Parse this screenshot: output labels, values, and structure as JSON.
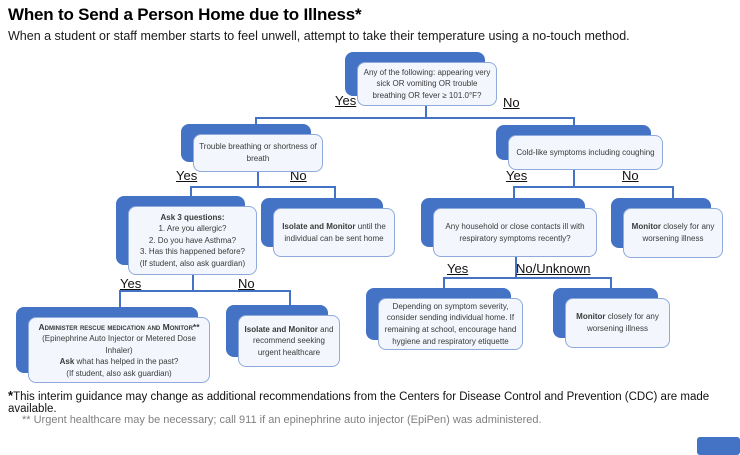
{
  "accent_color": "#4472C4",
  "header": {
    "title": "When to Send a Person Home due to Illness*",
    "subtitle": "When a student or staff member starts to feel unwell, attempt to take their temperature using a no-touch method."
  },
  "labels": {
    "yes": "Yes",
    "no": "No",
    "no_unknown": "No/Unknown"
  },
  "nodes": {
    "screening_question": {
      "text": "Any of the following: appearing very sick OR vomiting OR trouble breathing OR fever ≥ 101.0°F?"
    },
    "trouble_breathing": {
      "text": "Trouble breathing or shortness of breath"
    },
    "cold_symptoms": {
      "text": "Cold-like symptoms including coughing"
    },
    "ask_three_questions": {
      "title": "Ask 3 questions:",
      "lines": [
        "1. Are you allergic?",
        "2. Do you have Asthma?",
        "3. Has this happened before?",
        "(If student, also ask guardian)"
      ]
    },
    "isolate_until_home": {
      "bold": "Isolate and Monitor",
      "rest": " until the individual can be sent home"
    },
    "household_contacts": {
      "text": "Any household or close contacts ill with respiratory symptoms recently?"
    },
    "monitor_worsening_upper": {
      "bold": "Monitor",
      "rest": " closely for any worsening illness"
    },
    "administer_medication": {
      "line1": "Administer rescue medication and Monitor**",
      "line2": "(Epinephrine Auto Injector or Metered Dose Inhaler)",
      "line3_bold": "Ask",
      "line3_rest": " what has helped in the past?",
      "line4": "(If student, also ask guardian)"
    },
    "isolate_urgent_care": {
      "bold": "Isolate and Monitor",
      "rest": " and recommend seeking urgent healthcare"
    },
    "symptom_severity": {
      "text": "Depending on symptom severity, consider sending individual home. If remaining at school, encourage hand hygiene and respiratory etiquette"
    },
    "monitor_worsening_lower": {
      "bold": "Monitor",
      "rest": " closely for any worsening illness"
    }
  },
  "footnotes": {
    "note1_star": "*",
    "note1_text": "This interim guidance may change as additional recommendations from the Centers for Disease Control and Prevention (CDC) are made available.",
    "note2_text": "** Urgent healthcare may be necessary; call 911 if an epinephrine auto injector (EpiPen) was administered."
  }
}
